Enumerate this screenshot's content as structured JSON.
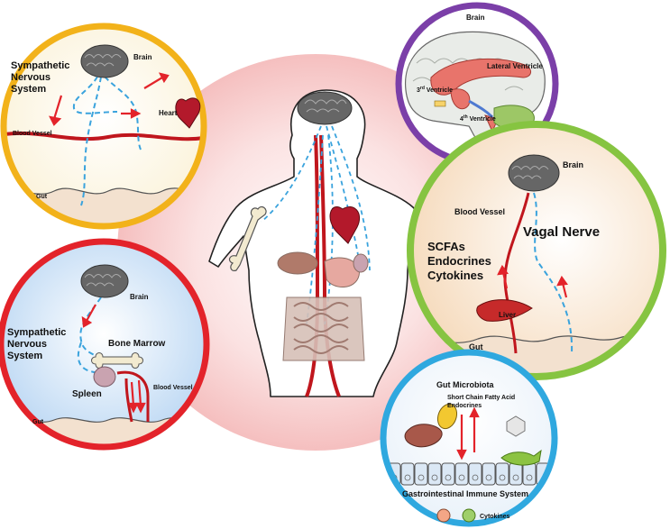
{
  "colors": {
    "panel_snsheart_border": "#f2b21a",
    "panel_brain_border": "#7b3fa8",
    "panel_vagal_border": "#86c441",
    "panel_bonemarrow_border": "#e3232a",
    "panel_microbiota_border": "#2fa8df",
    "blood_vessel": "#c0161d",
    "nerve": "#3aa3dd",
    "center_glow": "#f6c3c3"
  },
  "panel_sns_heart": {
    "brain": "Brain",
    "system_label": [
      "Sympathetic",
      "Nervous",
      "System"
    ],
    "heart": "Heart",
    "blood_vessel": "Blood Vessel",
    "gut": "Gut"
  },
  "panel_brain": {
    "title": "Brain",
    "lateral_ventricle": "Lateral Ventricle",
    "third_ventricle_num": "3",
    "third_ventricle_sup": "rd",
    "third_ventricle_word": " Ventricle",
    "fourth_ventricle_num": "4",
    "fourth_ventricle_sup": "th",
    "fourth_ventricle_word": " Ventricle"
  },
  "panel_vagal": {
    "brain": "Brain",
    "blood_vessel": "Blood Vessel",
    "vagal_nerve": "Vagal Nerve",
    "factors": [
      "SCFAs",
      "Endocrines",
      "Cytokines"
    ],
    "liver": "Liver",
    "gut": "Gut"
  },
  "panel_bone_marrow": {
    "brain": "Brain",
    "system_label": [
      "Sympathetic",
      "Nervous",
      "System"
    ],
    "bone_marrow": "Bone Marrow",
    "spleen": "Spleen",
    "blood_vessel": "Blood Vessel",
    "gut": "Gut"
  },
  "panel_microbiota": {
    "title": "Gut Microbiota",
    "scfa": "Short Chain Fatty Acid",
    "endocrines": "Endocrines",
    "gi_immune": "Gastrointestinal Immune System",
    "cytokines": "Cytokines"
  }
}
